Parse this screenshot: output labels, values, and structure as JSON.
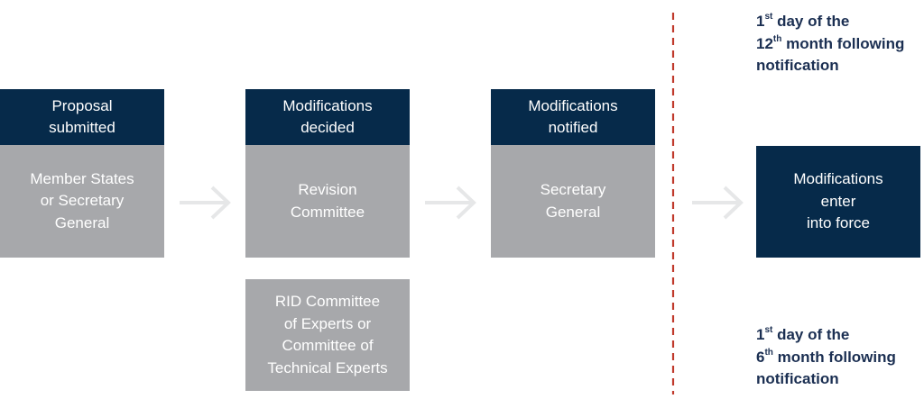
{
  "steps": [
    {
      "header": [
        "Proposal",
        "submitted"
      ],
      "body": [
        "Member States",
        "or Secretary",
        "General"
      ]
    },
    {
      "header": [
        "Modifications",
        "decided"
      ],
      "body": [
        "Revision",
        "Committee"
      ],
      "extra": [
        "RID Committee",
        "of Experts or",
        "Committee of",
        "Technical Experts"
      ]
    },
    {
      "header": [
        "Modifications",
        "notified"
      ],
      "body": [
        "Secretary",
        "General"
      ]
    }
  ],
  "result": [
    "Modifications",
    "enter",
    "into force"
  ],
  "annotations": {
    "top": {
      "num": "1",
      "num_sup": "st",
      "line1_rest": " day of the",
      "num2": "12",
      "num2_sup": "th",
      "line2_rest": " month following",
      "line3": "notification"
    },
    "bottom": {
      "num": "1",
      "num_sup": "st",
      "line1_rest": " day of the",
      "num2": "6",
      "num2_sup": "th",
      "line2_rest": " month following",
      "line3": "notification"
    }
  },
  "colors": {
    "dark": "#062a4a",
    "grey": "#a7a8ab",
    "arrow": "#e6e7e8",
    "divider": "#c0392b",
    "annotation": "#1b2f52"
  }
}
